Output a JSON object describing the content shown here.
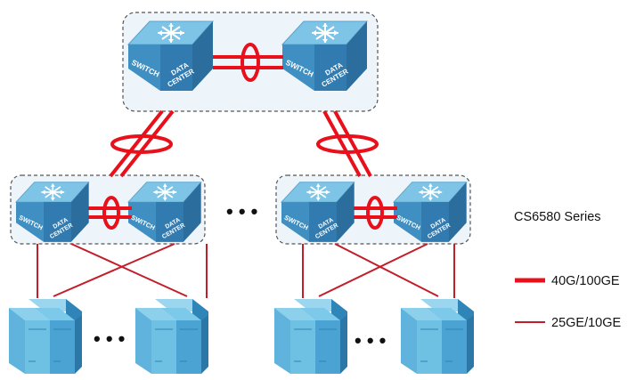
{
  "switch_labels": {
    "left": "SWITCH",
    "right_line1": "DATA",
    "right_line2": "CENTER"
  },
  "ellipsis": "• • •",
  "legend": {
    "title": "CS6580 Series",
    "items": [
      {
        "label": "40G/100GE",
        "color": "#e8101a",
        "style": "thick"
      },
      {
        "label": "25GE/10GE",
        "color": "#c21e2a",
        "style": "thin"
      }
    ]
  },
  "colors": {
    "switch_top": "#7ec4e6",
    "switch_left": "#3f8fc3",
    "switch_right": "#2b6e9e",
    "server_light": "#6fc1e3",
    "server_dark": "#2f84b8",
    "group_fill": "#eef5fa",
    "link_thick": "#e8101a",
    "link_thin": "#c21e2a"
  }
}
